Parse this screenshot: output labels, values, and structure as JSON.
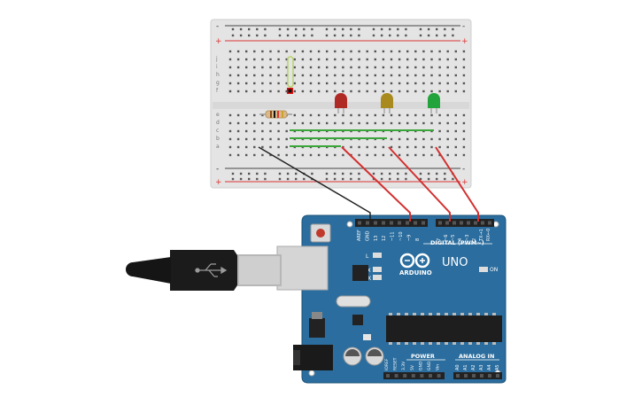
{
  "breadboard": {
    "rail_plus": "+",
    "rail_minus": "-",
    "row_letters_top": [
      "j",
      "i",
      "h",
      "g",
      "f"
    ],
    "row_letters_bottom": [
      "e",
      "d",
      "c",
      "b",
      "a"
    ],
    "column_count": 30
  },
  "arduino": {
    "logo_text": "ARDUINO",
    "model": "UNO",
    "digital_label": "DIGITAL (PWM~)",
    "power_label": "POWER",
    "analog_label": "ANALOG IN",
    "reset_label": "RESET",
    "on_label": "ON",
    "l_label": "L",
    "tx_label": "TX",
    "rx_label": "RX",
    "digital_pins": [
      "AREF",
      "GND",
      "13",
      "12",
      "~11",
      "~10",
      "~9",
      "8",
      "7",
      "~6",
      "~5",
      "4",
      "~3",
      "2",
      "TX→1",
      "RX←0"
    ],
    "power_pins": [
      "IOREF",
      "RESET",
      "3.3V",
      "5V",
      "GND",
      "GND",
      "Vin"
    ],
    "analog_pins": [
      "A0",
      "A1",
      "A2",
      "A3",
      "A4",
      "A5"
    ]
  },
  "components": {
    "leds": [
      {
        "name": "red-led",
        "color": "#c0392b"
      },
      {
        "name": "yellow-led",
        "color": "#b8941f"
      },
      {
        "name": "green-led",
        "color": "#27a844"
      }
    ],
    "resistor_color": "#d9b98a",
    "wire_red": "#d32f2f",
    "wire_black": "#222222",
    "wire_green": "#3aa63a"
  }
}
